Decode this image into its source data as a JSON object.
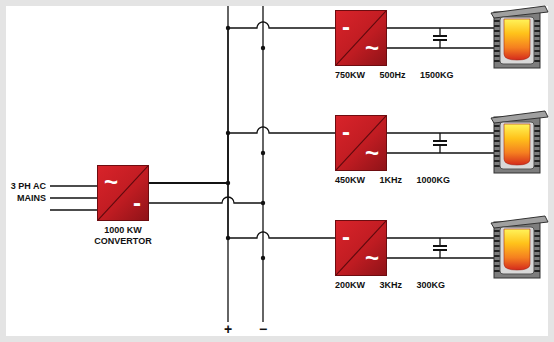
{
  "diagram": {
    "nodes": [
      {
        "text": [
          "~",
          "-",
          "1000 KW CONVERTOR"
        ]
      },
      {
        "text": [
          "-",
          "~",
          "750KW 500Hz 1500KG"
        ]
      },
      {
        "text": [
          "-",
          "~",
          "450KW 1KHz 1000KG"
        ]
      },
      {
        "text": [
          "-",
          "~",
          "200KW 3KHz 300KG"
        ]
      }
    ],
    "edges": [
      {
        "from": 0,
        "to": 1,
        "arrow": "none"
      },
      {
        "from": 0,
        "to": 2,
        "arrow": "none"
      },
      {
        "from": 0,
        "to": 3,
        "arrow": "none"
      }
    ],
    "labels": [
      "3 PH AC MAINS",
      "+",
      "−"
    ]
  }
}
